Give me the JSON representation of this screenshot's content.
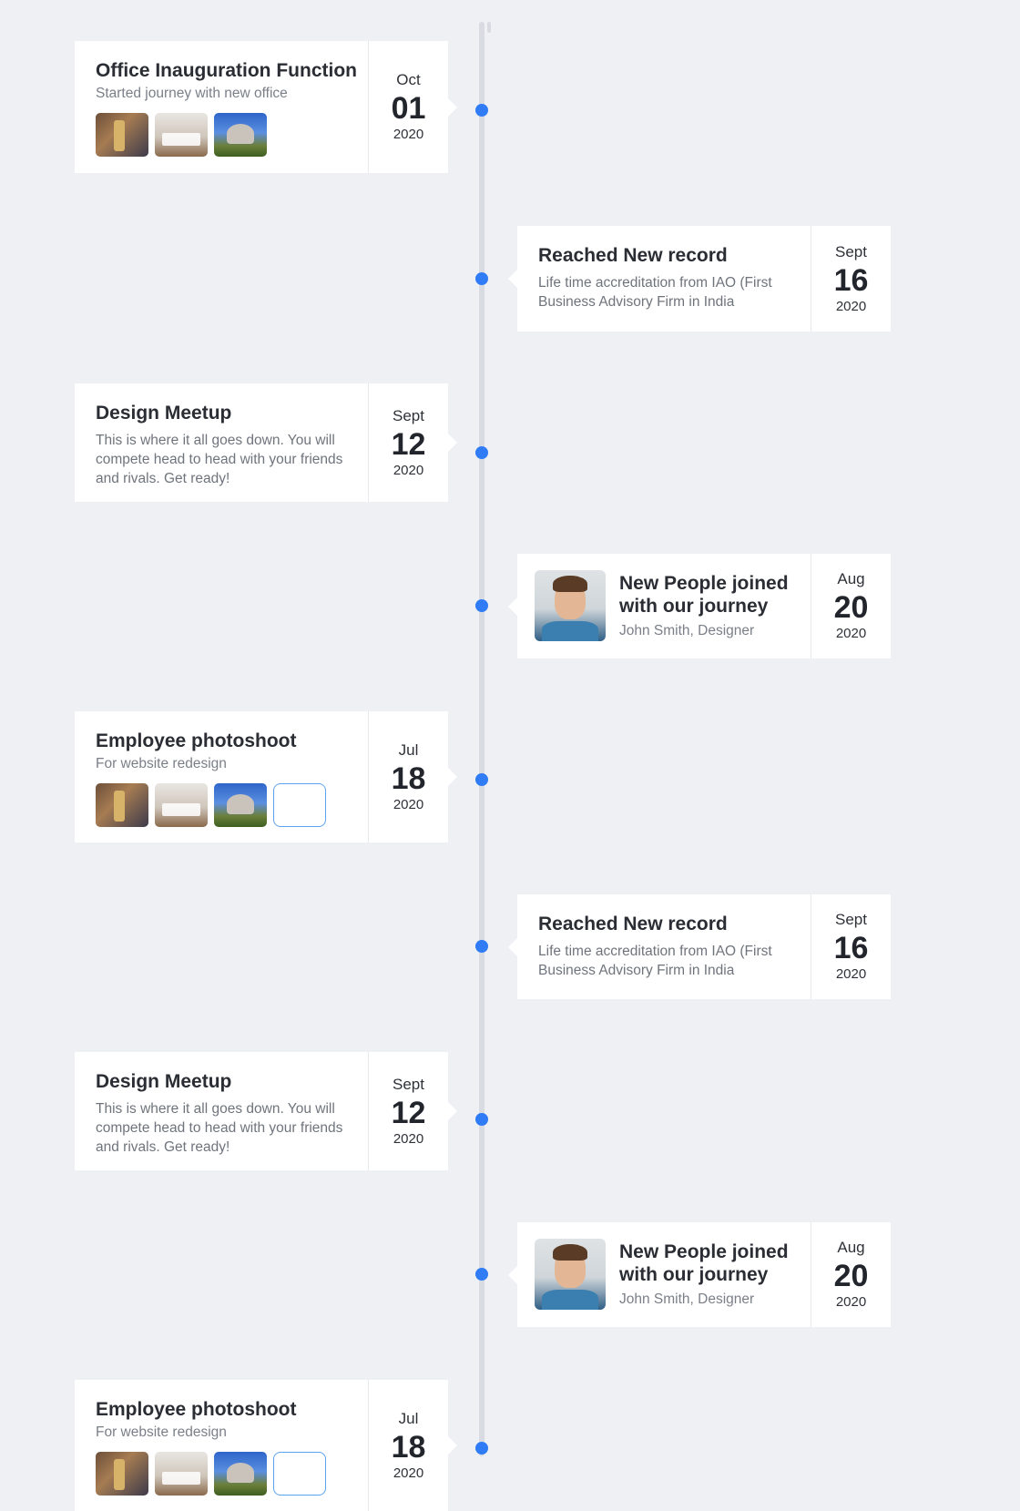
{
  "events": [
    {
      "side": "left",
      "title": "Office Inauguration Function",
      "subtitle": "Started journey with new office",
      "month": "Oct",
      "day": "01",
      "year": "2020",
      "kind": "photos",
      "photos": 3,
      "more": false
    },
    {
      "side": "right",
      "title": "Reached New record",
      "desc": "Life time accreditation from IAO (First Business Advisory Firm in India",
      "month": "Sept",
      "day": "16",
      "year": "2020",
      "kind": "text"
    },
    {
      "side": "left",
      "title": "Design Meetup",
      "desc": "This is where it all goes down. You will compete head to head with your friends and rivals. Get ready!",
      "month": "Sept",
      "day": "12",
      "year": "2020",
      "kind": "text"
    },
    {
      "side": "right",
      "title": "New People joined with our journey",
      "subtitle": "John Smith, Designer",
      "month": "Aug",
      "day": "20",
      "year": "2020",
      "kind": "person"
    },
    {
      "side": "left",
      "title": "Employee photoshoot",
      "subtitle": "For website redesign",
      "month": "Jul",
      "day": "18",
      "year": "2020",
      "kind": "photos",
      "photos": 3,
      "more": true
    },
    {
      "side": "right",
      "title": "Reached New record",
      "desc": "Life time accreditation from IAO (First Business Advisory Firm in India",
      "month": "Sept",
      "day": "16",
      "year": "2020",
      "kind": "text"
    },
    {
      "side": "left",
      "title": "Design Meetup",
      "desc": "This is where it all goes down. You will compete head to head with your friends and rivals. Get ready!",
      "month": "Sept",
      "day": "12",
      "year": "2020",
      "kind": "text"
    },
    {
      "side": "right",
      "title": "New People joined with our journey",
      "subtitle": "John Smith, Designer",
      "month": "Aug",
      "day": "20",
      "year": "2020",
      "kind": "person"
    },
    {
      "side": "left",
      "title": "Employee photoshoot",
      "subtitle": "For website redesign",
      "month": "Jul",
      "day": "18",
      "year": "2020",
      "kind": "photos",
      "photos": 3,
      "more": true
    }
  ],
  "colors": {
    "accent": "#2f7cf6",
    "background": "#eef0f4",
    "line": "#d8dbe1"
  }
}
